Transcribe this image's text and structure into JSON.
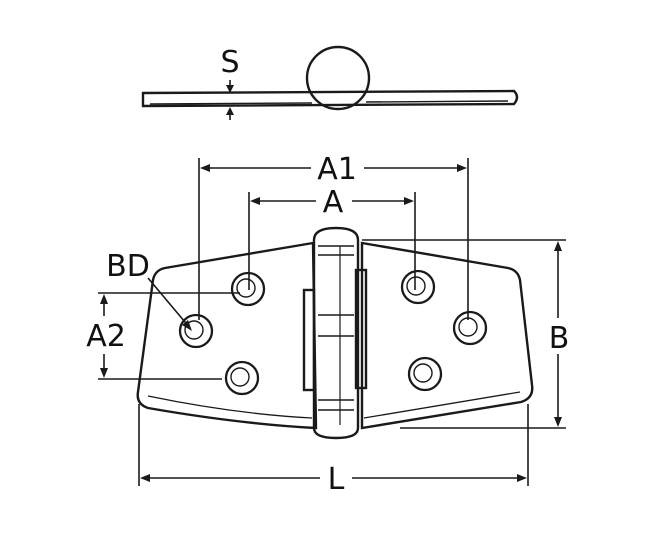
{
  "diagram": {
    "labels": {
      "s": "S",
      "a1": "A1",
      "a": "A",
      "bd": "BD",
      "a2": "A2",
      "b": "B",
      "l": "L"
    }
  }
}
